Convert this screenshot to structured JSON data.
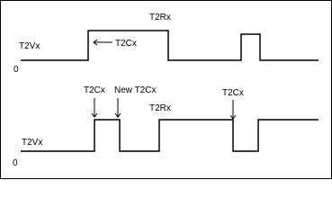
{
  "top_diagram": {
    "signal_label": "T2Vx",
    "zero_label": "0",
    "reset_label": "T2Rx",
    "compare_label": "T2Cx"
  },
  "bottom_diagram": {
    "signal_label": "T2Vx",
    "zero_label": "0",
    "compare_label_1": "T2Cx",
    "new_compare_label": "New T2Cx",
    "reset_label": "T2Rx",
    "compare_label_2": "T2Cx"
  },
  "colors": {
    "line": "#000000",
    "background": "#ffffff"
  }
}
